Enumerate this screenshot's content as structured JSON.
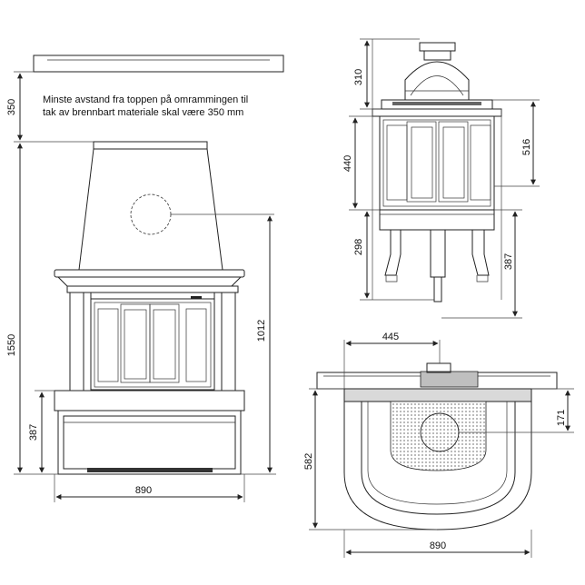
{
  "note": {
    "line1": "Minste avstand fra toppen på omrammingen til",
    "line2": "tak av brennbart materiale skal være 350 mm"
  },
  "front_view": {
    "dim_top_clearance": "350",
    "dim_total_height": "1550",
    "dim_base_height": "387",
    "dim_flue_center_height": "1012",
    "dim_width": "890"
  },
  "side_view": {
    "dim_hood_height": "310",
    "dim_door_height": "440",
    "dim_leg_height": "298",
    "dim_body_height": "516",
    "dim_outlet_height": "387"
  },
  "top_view": {
    "dim_flue_offset": "445",
    "dim_flue_depth": "171",
    "dim_depth": "582",
    "dim_width": "890"
  }
}
